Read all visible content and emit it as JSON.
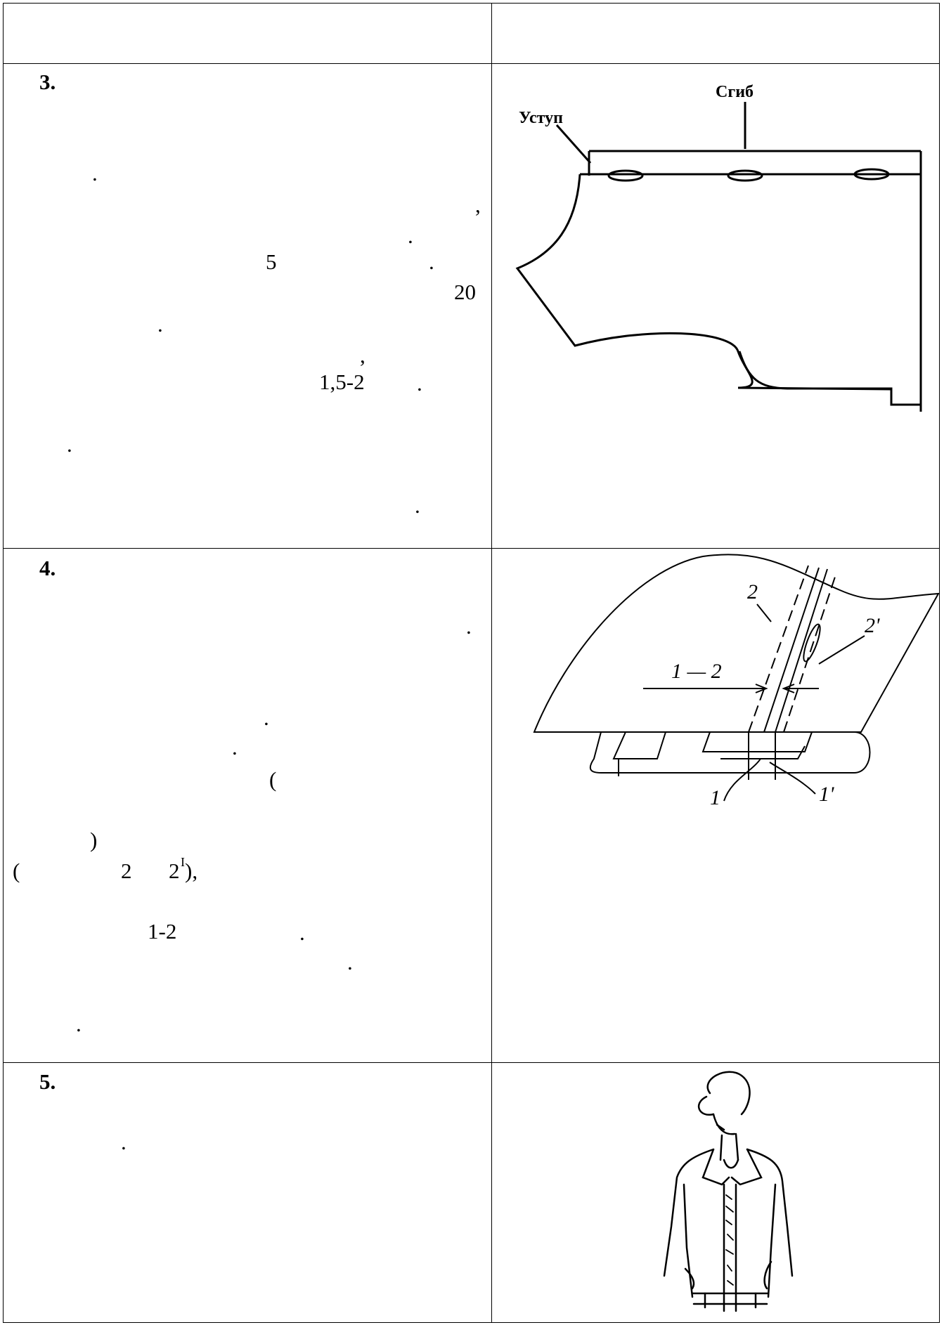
{
  "rows": [
    {
      "number": "3.",
      "fragments": [
        ".",
        ",",
        ".",
        "5",
        ".",
        "20",
        ".",
        ",",
        "1,5-2",
        ".",
        ".",
        "."
      ],
      "figure": {
        "labels": {
          "ledge": "Уступ",
          "fold": "Сгиб"
        }
      }
    },
    {
      "number": "4.",
      "fragments": [
        ".",
        ".",
        ".",
        "(",
        ")",
        "(",
        "2",
        "2",
        "I",
        "),",
        "1-2",
        ".",
        ".",
        "."
      ],
      "figure": {
        "labels": {
          "n2": "2",
          "n2p": "2'",
          "dim": "1 — 2",
          "n1": "1",
          "n1p": "1'"
        }
      }
    },
    {
      "number": "5.",
      "fragments": [
        "."
      ],
      "figure": {}
    }
  ]
}
